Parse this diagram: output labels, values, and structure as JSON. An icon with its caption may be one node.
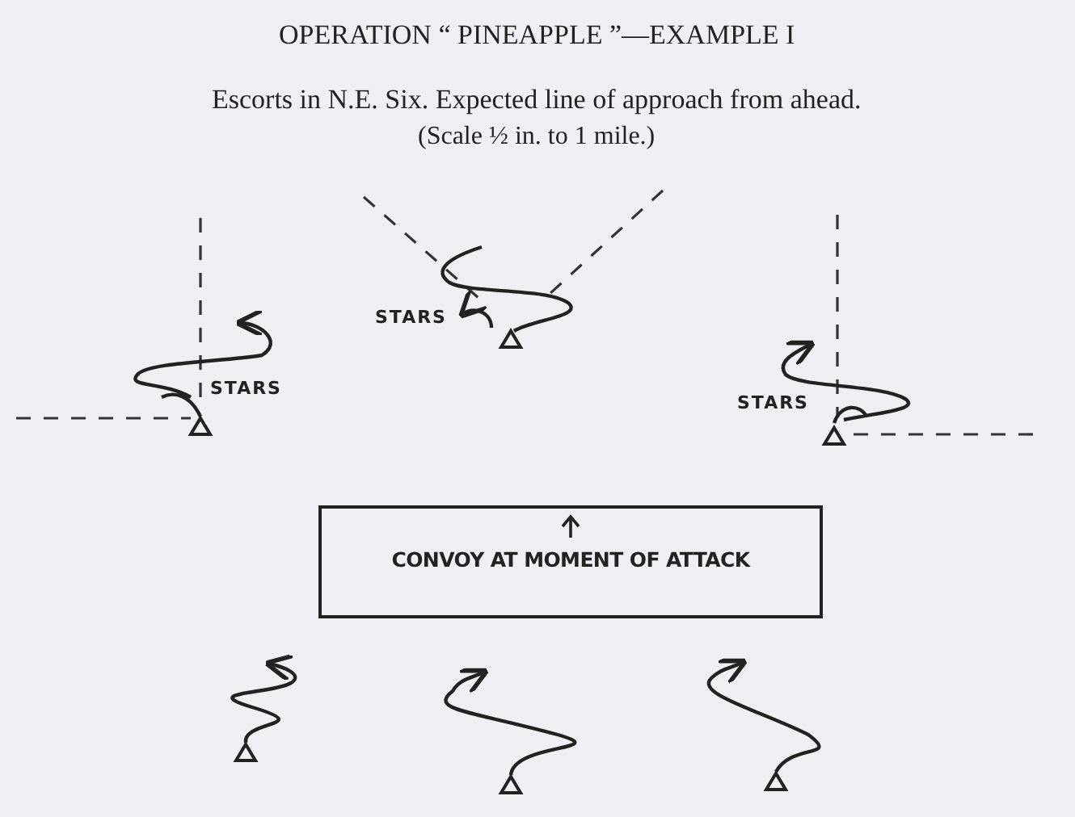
{
  "diagram": {
    "title": "OPERATION “ PINEAPPLE ”—EXAMPLE I",
    "nodes": [
      {
        "text": [
          "CONVOY AT MOMENT OF ATTACK"
        ]
      }
    ],
    "labels": [
      "Escorts in N.E. Six.   Expected line of approach from ahead.",
      "(Scale ½ in. to 1 mile.)",
      "STARS",
      "STARS",
      "STARS"
    ]
  }
}
